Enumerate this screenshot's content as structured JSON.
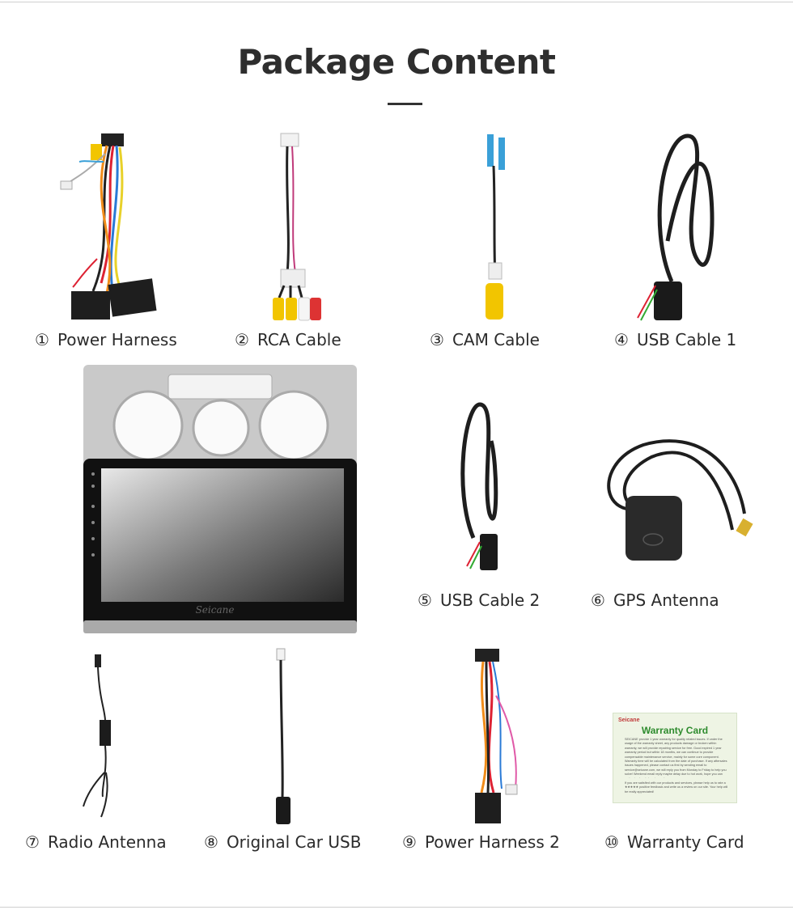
{
  "title": "Package Content",
  "items": [
    {
      "num": "①",
      "label": "Power Harness"
    },
    {
      "num": "②",
      "label": "RCA Cable"
    },
    {
      "num": "③",
      "label": "CAM Cable"
    },
    {
      "num": "④",
      "label": "USB Cable 1"
    },
    {
      "num": "⑤",
      "label": "USB Cable 2"
    },
    {
      "num": "⑥",
      "label": "GPS Antenna"
    },
    {
      "num": "⑦",
      "label": "Radio Antenna"
    },
    {
      "num": "⑧",
      "label": "Original Car USB"
    },
    {
      "num": "⑨",
      "label": "Power Harness 2"
    },
    {
      "num": "⑩",
      "label": "Warranty Card"
    }
  ],
  "head_unit": {
    "brand": "Seicane"
  },
  "warranty_card": {
    "brand": "Seicane",
    "heading": "Warranty Card",
    "body": "SEICANE provide 1 year warranty for quality related issues. If under the usage of the warranty sheet, any products damage or broken within warranty, we will provide repairing service for free. Good expired 1 year warranty period but within 18 months, we can continue to provide compensable maintenance service, mainly for some core component. Warranty time will be calculated from the date of purchase. If any aftersales issues happened, please contact us first by sending email to service@seicane.com, we will reply you from Monday to Friday to help you solve! Weekend email reply maybe delay due to hot work, hope you can understand and do not worry!",
    "footer": "If you are satisfied with our products and services, please help us to rate a ★★★★★ positive feedback and write us a review on our site. Your help will be really appreciated!"
  },
  "colors": {
    "card_green": "#2e8b2e",
    "card_bg": "#eef4e4",
    "rca_yellow": "#f2c500",
    "cam_blue": "#3aa0d8"
  }
}
